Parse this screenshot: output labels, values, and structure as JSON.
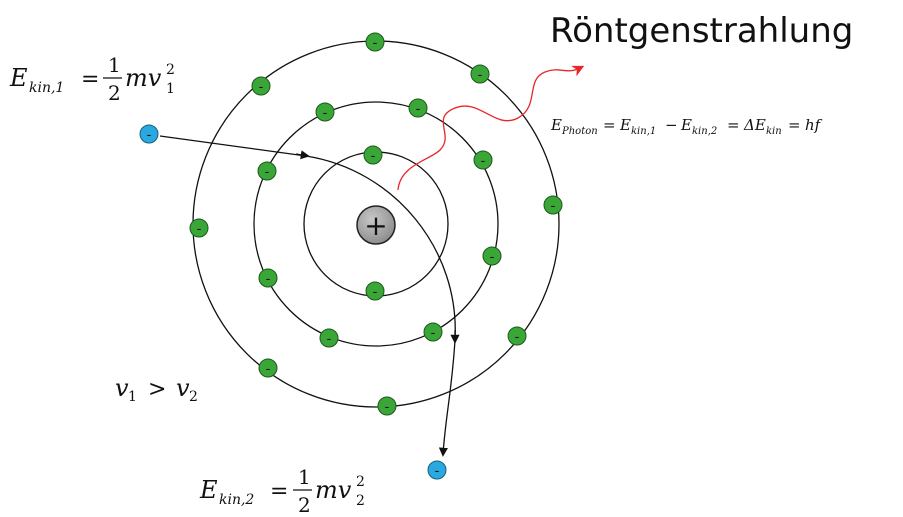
{
  "title": "Röntgenstrahlung",
  "equations": {
    "ekin1": {
      "lhs": "E",
      "sub": "kin,1",
      "eq": "=",
      "num": "1",
      "den": "2",
      "rhs": "mv",
      "sup": "2",
      "rsub": "1"
    },
    "ekin2": {
      "lhs": "E",
      "sub": "kin,2",
      "eq": "=",
      "num": "1",
      "den": "2",
      "rhs": "mv",
      "sup": "2",
      "rsub": "2"
    },
    "photon": "E_Photon = E_kin,1 − E_kin,2 = ΔE_kin = hf",
    "photon_parts": {
      "E": "E",
      "photon_sub": "Photon",
      "eq1": "=",
      "e1": "E",
      "s1": "kin,1",
      "minus": "−",
      "e2": "E",
      "s2": "kin,2",
      "eq2": "=",
      "delta": "ΔE",
      "s3": "kin",
      "eq3": "=",
      "hf": "hf"
    },
    "velocity": {
      "v1": "v",
      "s1": "1",
      "gt": ">",
      "v2": "v",
      "s2": "2"
    }
  },
  "labels": {
    "nucleus": "+",
    "electron": "-"
  },
  "colors": {
    "electron_shell": "#3aa638",
    "electron_free": "#2aa8e0",
    "nucleus": "#9a9a9a",
    "photon": "#e8262b",
    "line": "#111111"
  }
}
